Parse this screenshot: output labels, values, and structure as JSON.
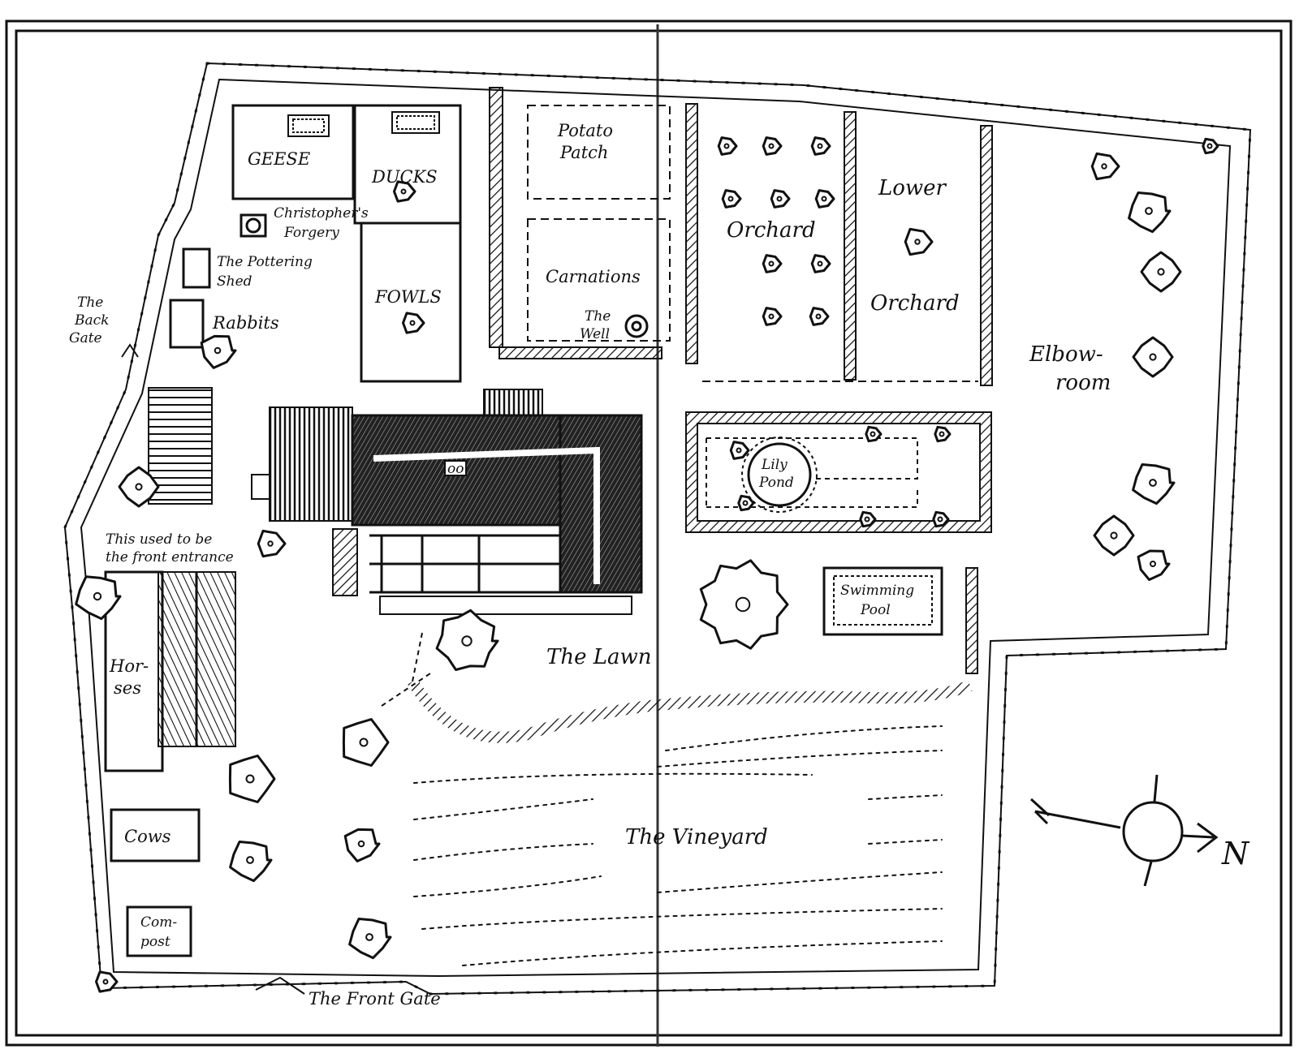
{
  "map": {
    "labels": {
      "geese": "GEESE",
      "ducks": "DUCKS",
      "forgery_line1": "Christopher's",
      "forgery_line2": "Forgery",
      "pottering_line1": "The Pottering",
      "pottering_line2": "Shed",
      "rabbits": "Rabbits",
      "fowls": "FOWLS",
      "back_gate_line1": "The",
      "back_gate_line2": "Back",
      "back_gate_line3": "Gate",
      "potato_line1": "Potato",
      "potato_line2": "Patch",
      "carnations": "Carnations",
      "well_line1": "The",
      "well_line2": "Well",
      "lower_orchard_line1": "Lower",
      "lower_orchard_line2": "Orchard",
      "orchard": "Orchard",
      "elbow_line1": "Elbow-",
      "elbow_line2": "room",
      "lily_line1": "Lily",
      "lily_line2": "Pond",
      "front_entrance_line1": "This used to be",
      "front_entrance_line2": "the front entrance",
      "swimming_line1": "Swimming",
      "swimming_line2": "Pool",
      "horses_line1": "Hor-",
      "horses_line2": "ses",
      "lawn": "The Lawn",
      "vineyard": "The Vineyard",
      "cows": "Cows",
      "compost_line1": "Com-",
      "compost_line2": "post",
      "front_gate": "The Front Gate",
      "north": "N"
    }
  }
}
